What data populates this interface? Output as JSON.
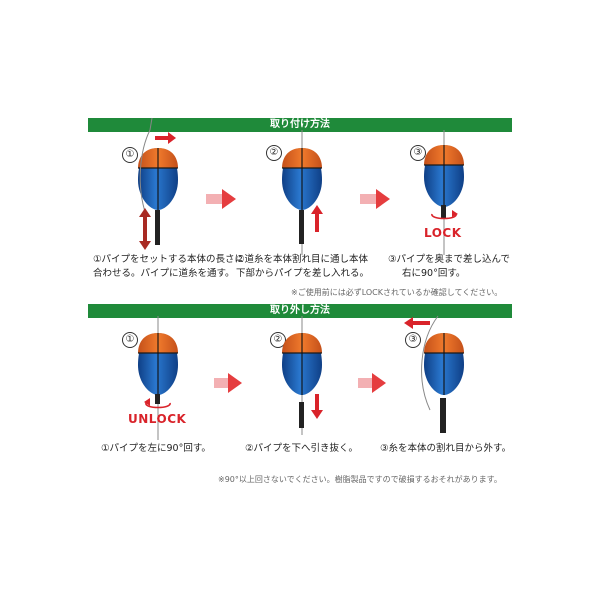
{
  "section1": {
    "title": "取り付け方法",
    "steps": [
      {
        "num": "①",
        "text_line1": "①パイプをセットする本体の長さに",
        "text_line2": "合わせる。パイプに道糸を通す。"
      },
      {
        "num": "②",
        "text_line1": "②道糸を本体割れ目に通し本体",
        "text_line2": "下部からパイプを差し入れる。"
      },
      {
        "num": "③",
        "text_line1": "③パイプを奥まで差し込んで",
        "text_line2": "右に90°回す。"
      }
    ],
    "lock_label": "LOCK",
    "note": "※ご使用前には必ずLOCKされているか確認してください。"
  },
  "section2": {
    "title": "取り外し方法",
    "steps": [
      {
        "num": "①",
        "text": "①パイプを左に90°回す。"
      },
      {
        "num": "②",
        "text": "②パイプを下へ引き抜く。"
      },
      {
        "num": "③",
        "text": "③糸を本体の割れ目から外す。"
      }
    ],
    "unlock_label": "UNLOCK",
    "note": "※90°以上回さないでください。樹脂製品ですので破損するおそれがあります。"
  },
  "colors": {
    "header_green": "#1f8a3a",
    "float_blue": "#1f5fb0",
    "float_orange": "#e8641f",
    "arrow_red": "#d9232a"
  }
}
